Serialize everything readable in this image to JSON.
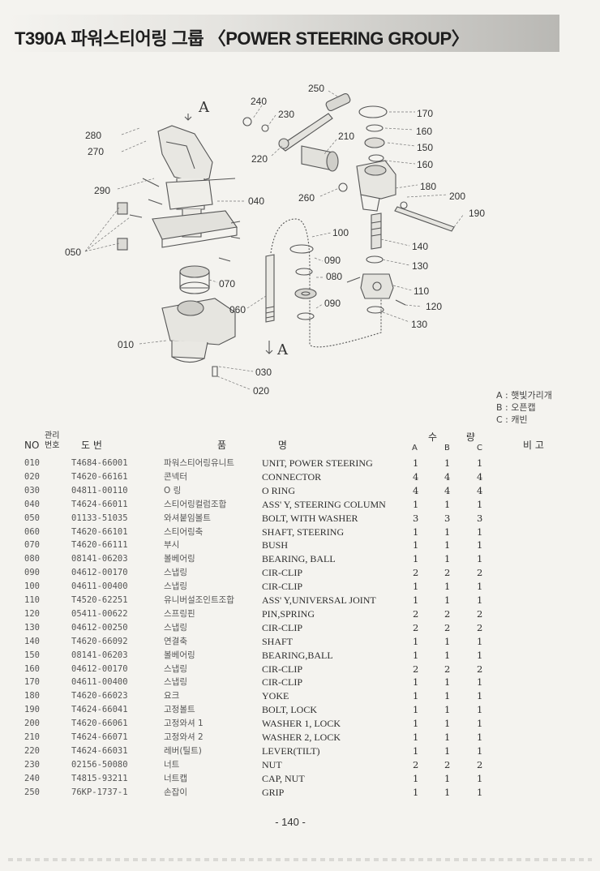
{
  "header": {
    "model": "T390A",
    "title": "파워스티어링 그룹 〈POWER STEERING GROUP〉"
  },
  "diagram_labels": {
    "l250": "250",
    "l240": "240",
    "l230": "230",
    "l170": "170",
    "l160a": "160",
    "l280": "280",
    "l270": "270",
    "l210": "210",
    "l150": "150",
    "l220": "220",
    "l160b": "160",
    "l290": "290",
    "l180": "180",
    "l260": "260",
    "l200": "200",
    "l040": "040",
    "l190": "190",
    "l100": "100",
    "l140": "140",
    "l050": "050",
    "l090a": "090",
    "l130a": "130",
    "l080": "080",
    "l070": "070",
    "l110": "110",
    "l060": "060",
    "l090b": "090",
    "l120": "120",
    "l130b": "130",
    "l010": "010",
    "l030": "030",
    "l020": "020",
    "arrowA1": "A",
    "arrowA2": "A"
  },
  "legend": [
    "A : 햇빛가리개",
    "B : 오픈캡",
    "C : 캐빈"
  ],
  "columns": {
    "no": "NO",
    "mgmt": "관리\n번호",
    "drawing_no": "도 번",
    "part_name": "품 명",
    "qty": "수 량",
    "qty_a": "A",
    "qty_b": "B",
    "qty_c": "C",
    "remarks": "비 고"
  },
  "parts": [
    {
      "no": "010",
      "code": "T4684-66001",
      "kr": "파워스티어링유니트",
      "en": "UNIT, POWER STEERING",
      "a": "1",
      "b": "1",
      "c": "1"
    },
    {
      "no": "020",
      "code": "T4620-66161",
      "kr": "콘넥터",
      "en": "CONNECTOR",
      "a": "4",
      "b": "4",
      "c": "4"
    },
    {
      "no": "030",
      "code": "04811-00110",
      "kr": "O 링",
      "en": "O RING",
      "a": "4",
      "b": "4",
      "c": "4"
    },
    {
      "no": "040",
      "code": "T4624-66011",
      "kr": "스티어링컬럼조합",
      "en": "ASS' Y, STEERING COLUMN",
      "a": "1",
      "b": "1",
      "c": "1"
    },
    {
      "no": "050",
      "code": "01133-51035",
      "kr": "와셔붙임볼트",
      "en": "BOLT, WITH WASHER",
      "a": "3",
      "b": "3",
      "c": "3"
    },
    {
      "no": "060",
      "code": "T4620-66101",
      "kr": "스티어링축",
      "en": "SHAFT, STEERING",
      "a": "1",
      "b": "1",
      "c": "1"
    },
    {
      "no": "070",
      "code": "T4620-66111",
      "kr": "부시",
      "en": "BUSH",
      "a": "1",
      "b": "1",
      "c": "1"
    },
    {
      "no": "080",
      "code": "08141-06203",
      "kr": "볼베어링",
      "en": "BEARING, BALL",
      "a": "1",
      "b": "1",
      "c": "1"
    },
    {
      "no": "090",
      "code": "04612-00170",
      "kr": "스냅링",
      "en": "CIR-CLIP",
      "a": "2",
      "b": "2",
      "c": "2"
    },
    {
      "no": "100",
      "code": "04611-00400",
      "kr": "스냅링",
      "en": "CIR-CLIP",
      "a": "1",
      "b": "1",
      "c": "1"
    },
    {
      "no": "110",
      "code": "T4520-62251",
      "kr": "유니버설조인트조합",
      "en": "ASS' Y,UNIVERSAL JOINT",
      "a": "1",
      "b": "1",
      "c": "1"
    },
    {
      "no": "120",
      "code": "05411-00622",
      "kr": "스프링핀",
      "en": "PIN,SPRING",
      "a": "2",
      "b": "2",
      "c": "2"
    },
    {
      "no": "130",
      "code": "04612-00250",
      "kr": "스냅링",
      "en": "CIR-CLIP",
      "a": "2",
      "b": "2",
      "c": "2"
    },
    {
      "no": "140",
      "code": "T4620-66092",
      "kr": "연결축",
      "en": "SHAFT",
      "a": "1",
      "b": "1",
      "c": "1"
    },
    {
      "no": "150",
      "code": "08141-06203",
      "kr": "볼베어링",
      "en": "BEARING,BALL",
      "a": "1",
      "b": "1",
      "c": "1"
    },
    {
      "no": "160",
      "code": "04612-00170",
      "kr": "스냅링",
      "en": "CIR-CLIP",
      "a": "2",
      "b": "2",
      "c": "2"
    },
    {
      "no": "170",
      "code": "04611-00400",
      "kr": "스냅링",
      "en": "CIR-CLIP",
      "a": "1",
      "b": "1",
      "c": "1"
    },
    {
      "no": "180",
      "code": "T4620-66023",
      "kr": "요크",
      "en": "YOKE",
      "a": "1",
      "b": "1",
      "c": "1"
    },
    {
      "no": "190",
      "code": "T4624-66041",
      "kr": "고정볼트",
      "en": "BOLT, LOCK",
      "a": "1",
      "b": "1",
      "c": "1"
    },
    {
      "no": "200",
      "code": "T4620-66061",
      "kr": "고정와셔 1",
      "en": "WASHER 1, LOCK",
      "a": "1",
      "b": "1",
      "c": "1"
    },
    {
      "no": "210",
      "code": "T4624-66071",
      "kr": "고정와셔 2",
      "en": "WASHER 2, LOCK",
      "a": "1",
      "b": "1",
      "c": "1"
    },
    {
      "no": "220",
      "code": "T4624-66031",
      "kr": "레버(틸트)",
      "en": "LEVER(TILT)",
      "a": "1",
      "b": "1",
      "c": "1"
    },
    {
      "no": "230",
      "code": "02156-50080",
      "kr": "너트",
      "en": "NUT",
      "a": "2",
      "b": "2",
      "c": "2"
    },
    {
      "no": "240",
      "code": "T4815-93211",
      "kr": "너트캡",
      "en": "CAP, NUT",
      "a": "1",
      "b": "1",
      "c": "1"
    },
    {
      "no": "250",
      "code": "76KP-1737-1",
      "kr": "손잡이",
      "en": "GRIP",
      "a": "1",
      "b": "1",
      "c": "1"
    }
  ],
  "page_number": "- 140 -"
}
